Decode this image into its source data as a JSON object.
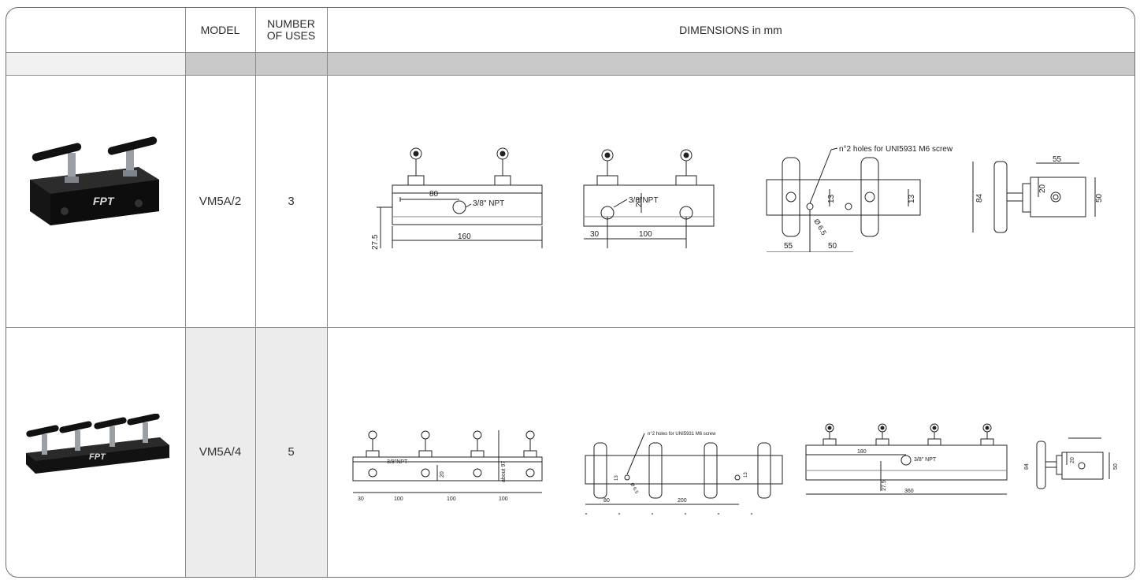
{
  "header": {
    "model": "MODEL",
    "uses_line1": "NUMBER",
    "uses_line2": "OF USES",
    "dimensions": "DIMENSIONS in mm"
  },
  "rows": [
    {
      "model": "VM5A/2",
      "uses": "3",
      "photo_icon": "vm5a-2-manifold-photo",
      "drawings": {
        "front": {
          "d1": "80",
          "d2": "160",
          "d3": "27.5",
          "port": "3/8\" NPT"
        },
        "rear": {
          "d1": "30",
          "d2": "100",
          "d3": "20",
          "port": "3/8\"NPT"
        },
        "top": {
          "note": "n°2 holes for UNI5931 M6 screw",
          "d1": "55",
          "d2": "50",
          "d3": "13",
          "d4": "13",
          "d5": "Ø 6.5"
        },
        "side": {
          "d1": "55",
          "d2": "20",
          "d3": "84",
          "d4": "50"
        }
      }
    },
    {
      "model": "VM5A/4",
      "uses": "5",
      "photo_icon": "vm5a-4-manifold-photo",
      "drawings": {
        "front": {
          "port": "3/8\"NPT",
          "d1": "30",
          "d2": "100",
          "d3": "100",
          "d4": "100",
          "d5": "20",
          "d6": "about 97"
        },
        "top": {
          "note": "n°2 holes for UNI5931 M6 screw",
          "d1": "80",
          "d2": "200",
          "d3": "13",
          "d4": "13",
          "d5": "Ø 6.5"
        },
        "rear": {
          "d1": "180",
          "d2": "360",
          "d3": "27.5",
          "port": "3/8\" NPT"
        },
        "side": {
          "d1": "84",
          "d2": "20",
          "d3": "50"
        }
      }
    }
  ],
  "colors": {
    "border": "#6e6e6e",
    "band": "#c9c9c9",
    "grey_col": "#ececec",
    "body": "#1c1c1c"
  }
}
